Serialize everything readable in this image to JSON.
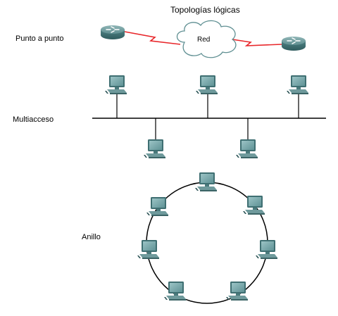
{
  "title": "Topologías lógicas",
  "sections": {
    "point_to_point": "Punto a punto",
    "multiaccess": "Multiacceso",
    "ring": "Anillo"
  },
  "cloud_label": "Red",
  "colors": {
    "serial_link": "#e8262a",
    "router_body": "#4a7f80",
    "pc_screen": "#74a5a8",
    "bus_line": "#000000"
  },
  "icons": {
    "router": "router-icon",
    "computer": "computer-icon",
    "cloud": "cloud-icon"
  }
}
